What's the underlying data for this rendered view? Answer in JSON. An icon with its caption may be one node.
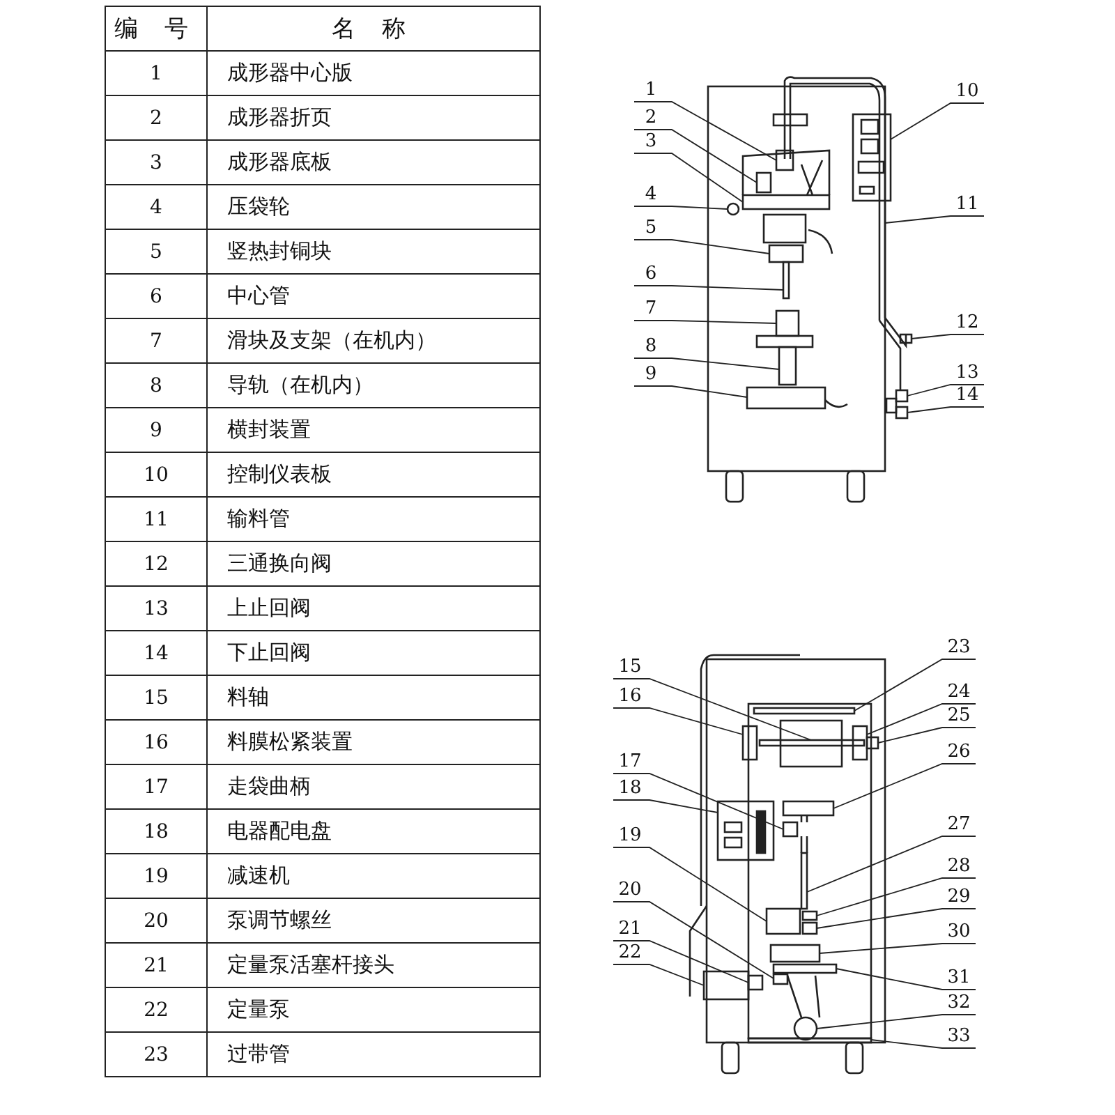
{
  "diagram": {
    "nodes": [
      {
        "text": [
          "1"
        ]
      },
      {
        "text": [
          "2"
        ]
      },
      {
        "text": [
          "3"
        ]
      },
      {
        "text": [
          "4"
        ]
      },
      {
        "text": [
          "5"
        ]
      },
      {
        "text": [
          "6"
        ]
      },
      {
        "text": [
          "7"
        ]
      },
      {
        "text": [
          "8"
        ]
      },
      {
        "text": [
          "9"
        ]
      },
      {
        "text": [
          "10"
        ]
      },
      {
        "text": [
          "11"
        ]
      },
      {
        "text": [
          "12"
        ]
      },
      {
        "text": [
          "13"
        ]
      },
      {
        "text": [
          "14"
        ]
      },
      {
        "text": [
          "15"
        ]
      },
      {
        "text": [
          "16"
        ]
      },
      {
        "text": [
          "17"
        ]
      },
      {
        "text": [
          "18"
        ]
      },
      {
        "text": [
          "19"
        ]
      },
      {
        "text": [
          "20"
        ]
      },
      {
        "text": [
          "21"
        ]
      },
      {
        "text": [
          "22"
        ]
      },
      {
        "text": [
          "23"
        ]
      },
      {
        "text": [
          "24"
        ]
      },
      {
        "text": [
          "25"
        ]
      },
      {
        "text": [
          "26"
        ]
      },
      {
        "text": [
          "27"
        ]
      },
      {
        "text": [
          "28"
        ]
      },
      {
        "text": [
          "29"
        ]
      },
      {
        "text": [
          "30"
        ]
      },
      {
        "text": [
          "31"
        ]
      },
      {
        "text": [
          "32"
        ]
      },
      {
        "text": [
          "33"
        ]
      },
      {
        "text": [],
        "shape": "box"
      },
      {
        "text": [],
        "shape": "box"
      },
      {
        "text": [],
        "shape": "bar"
      },
      {
        "text": [],
        "shape": "circle"
      },
      {
        "text": [],
        "shape": "box"
      },
      {
        "text": [],
        "shape": "bar"
      },
      {
        "text": [],
        "shape": "box"
      },
      {
        "text": [],
        "shape": "box"
      },
      {
        "text": [],
        "shape": "box"
      },
      {
        "text": [],
        "shape": "box"
      },
      {
        "text": [],
        "shape": "picture"
      },
      {
        "text": [],
        "shape": "box"
      },
      {
        "text": [],
        "shape": "box"
      },
      {
        "text": [],
        "shape": "box"
      },
      {
        "text": [],
        "shape": "bar"
      },
      {
        "text": [],
        "shape": "box"
      },
      {
        "text": [],
        "shape": "box"
      },
      {
        "text": [],
        "shape": "box"
      },
      {
        "text": [],
        "shape": "box"
      },
      {
        "text": [],
        "shape": "box"
      },
      {
        "text": [],
        "shape": "box"
      },
      {
        "text": [],
        "shape": "box"
      },
      {
        "text": [],
        "shape": "bar"
      },
      {
        "text": [],
        "shape": "box"
      },
      {
        "text": [],
        "shape": "box"
      },
      {
        "text": [],
        "shape": "box"
      },
      {
        "text": [],
        "shape": "bar"
      },
      {
        "text": [],
        "shape": "box"
      },
      {
        "text": [],
        "shape": "box"
      },
      {
        "text": [],
        "shape": "box"
      },
      {
        "text": [],
        "shape": "box"
      },
      {
        "text": [],
        "shape": "circle"
      },
      {
        "text": [],
        "shape": "bar"
      }
    ],
    "edges": [
      {
        "from": 0,
        "to": 33,
        "arrow": "none"
      },
      {
        "from": 1,
        "to": 34,
        "arrow": "none"
      },
      {
        "from": 2,
        "to": 35,
        "arrow": "none"
      },
      {
        "from": 3,
        "to": 36,
        "arrow": "none"
      },
      {
        "from": 4,
        "to": 37,
        "arrow": "none"
      },
      {
        "from": 5,
        "to": 38,
        "arrow": "none"
      },
      {
        "from": 6,
        "to": 39,
        "arrow": "none"
      },
      {
        "from": 7,
        "to": 40,
        "arrow": "none"
      },
      {
        "from": 8,
        "to": 41,
        "arrow": "none"
      },
      {
        "from": 9,
        "to": 42,
        "arrow": "none"
      },
      {
        "from": 10,
        "to": 43,
        "arrow": "none"
      },
      {
        "from": 11,
        "to": 44,
        "arrow": "none"
      },
      {
        "from": 12,
        "to": 45,
        "arrow": "none"
      },
      {
        "from": 13,
        "to": 46,
        "arrow": "none"
      },
      {
        "from": 14,
        "to": 47,
        "arrow": "none"
      },
      {
        "from": 15,
        "to": 48,
        "arrow": "none"
      },
      {
        "from": 16,
        "to": 49,
        "arrow": "none"
      },
      {
        "from": 17,
        "to": 50,
        "arrow": "none"
      },
      {
        "from": 18,
        "to": 51,
        "arrow": "none"
      },
      {
        "from": 19,
        "to": 52,
        "arrow": "none"
      },
      {
        "from": 20,
        "to": 53,
        "arrow": "none"
      },
      {
        "from": 21,
        "to": 54,
        "arrow": "none"
      },
      {
        "from": 22,
        "to": 55,
        "arrow": "none"
      },
      {
        "from": 23,
        "to": 56,
        "arrow": "none"
      },
      {
        "from": 24,
        "to": 57,
        "arrow": "none"
      },
      {
        "from": 25,
        "to": 58,
        "arrow": "none"
      },
      {
        "from": 26,
        "to": 59,
        "arrow": "none"
      },
      {
        "from": 27,
        "to": 60,
        "arrow": "none"
      },
      {
        "from": 28,
        "to": 61,
        "arrow": "none"
      },
      {
        "from": 29,
        "to": 62,
        "arrow": "none"
      },
      {
        "from": 30,
        "to": 63,
        "arrow": "none"
      },
      {
        "from": 31,
        "to": 64,
        "arrow": "none"
      },
      {
        "from": 32,
        "to": 65,
        "arrow": "none"
      }
    ],
    "labels": [
      "编 号",
      "名 称",
      "1",
      "成形器中心版",
      "2",
      "成形器折页",
      "3",
      "成形器底板",
      "4",
      "压袋轮",
      "5",
      "竖热封铜块",
      "6",
      "中心管",
      "7",
      "滑块及支架（在机内）",
      "8",
      "导轨（在机内）",
      "9",
      "横封装置",
      "10",
      "控制仪表板",
      "11",
      "输料管",
      "12",
      "三通换向阀",
      "13",
      "上止回阀",
      "14",
      "下止回阀",
      "15",
      "料轴",
      "16",
      "料膜松紧装置",
      "17",
      "走袋曲柄",
      "18",
      "电器配电盘",
      "19",
      "减速机",
      "20",
      "泵调节螺丝",
      "21",
      "定量泵活塞杆接头",
      "22",
      "定量泵",
      "23",
      "过带管"
    ]
  }
}
